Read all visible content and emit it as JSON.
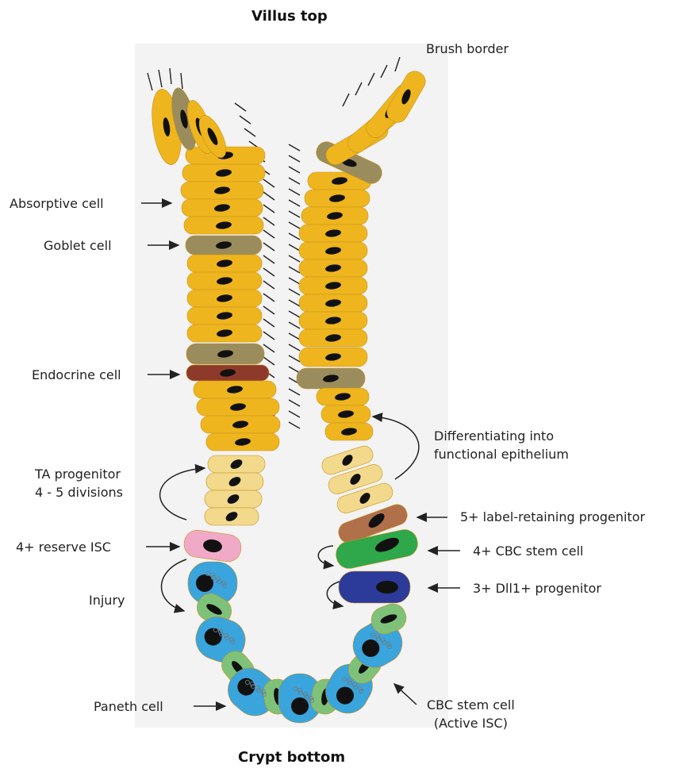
{
  "titles": {
    "top": "Villus top",
    "bottom": "Crypt bottom"
  },
  "labels": {
    "brush_border": "Brush border",
    "absorptive_cell": "Absorptive cell",
    "goblet_cell": "Goblet cell",
    "endocrine_cell": "Endocrine cell",
    "ta_progenitor_line1": "TA progenitor",
    "ta_progenitor_line2": "4 - 5 divisions",
    "reserve_isc": "4+ reserve ISC",
    "injury": "Injury",
    "paneth_cell": "Paneth cell",
    "differentiating_line1": "Differentiating into",
    "differentiating_line2": "functional epithelium",
    "label_retaining": "5+ label-retaining progenitor",
    "cbc_stem_4": "4+ CBC stem cell",
    "dll1_progenitor": "3+ Dll1+ progenitor",
    "cbc_active_line1": "CBC stem cell",
    "cbc_active_line2": "(Active ISC)"
  },
  "colors": {
    "absorptive": "#eeb51e",
    "goblet": "#9a8c5c",
    "endocrine": "#8e3a2a",
    "ta_progenitor": "#f2d98c",
    "reserve_isc": "#f0aac8",
    "label_retaining": "#b0704a",
    "cbc_stem": "#2ea84a",
    "dll1": "#2c3a9a",
    "paneth": "#3aa4dc",
    "crypt_green": "#7ec27a",
    "nucleus": "#111111",
    "background_panel": "#f3f3f3"
  }
}
